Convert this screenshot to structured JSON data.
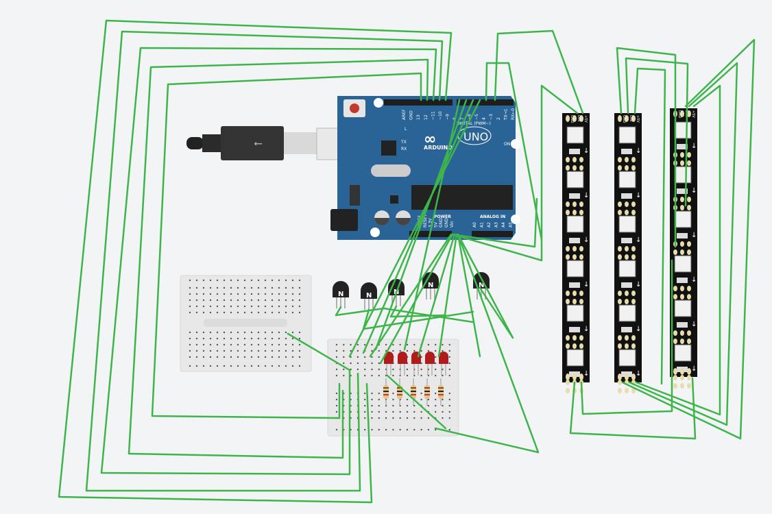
{
  "canvas": {
    "background": "#f2f4f5",
    "wire_color": "#3db54a"
  },
  "arduino": {
    "brand": "ARDUINO",
    "model": "UNO",
    "digital_label": "DIGITAL (PWM~)",
    "power_label": "POWER",
    "analog_label": "ANALOG IN",
    "on_label": "ON",
    "led_labels": [
      "L",
      "TX",
      "RX"
    ],
    "digital_pins": [
      "AREF",
      "GND",
      "13",
      "12",
      "~11",
      "~10",
      "~9",
      "8",
      "7",
      "~6",
      "~5",
      "4",
      "~3",
      "2",
      "TX→1",
      "RX←0"
    ],
    "power_pins": [
      "IOREF",
      "RESET",
      "3.3V",
      "5V",
      "GND",
      "GND",
      "Vin"
    ],
    "analog_pins": [
      "A0",
      "A1",
      "A2",
      "A3",
      "A4",
      "A5"
    ],
    "board_color": "#2a6496"
  },
  "transistors": [
    {
      "label": "N"
    },
    {
      "label": "N"
    },
    {
      "label": "N"
    },
    {
      "label": "N"
    },
    {
      "label": "N"
    }
  ],
  "leds": {
    "count": 5,
    "color": "#b01c1c"
  },
  "led_strips": {
    "pin_labels": [
      "GND",
      "DIN",
      "+5V"
    ],
    "strips": 3
  }
}
